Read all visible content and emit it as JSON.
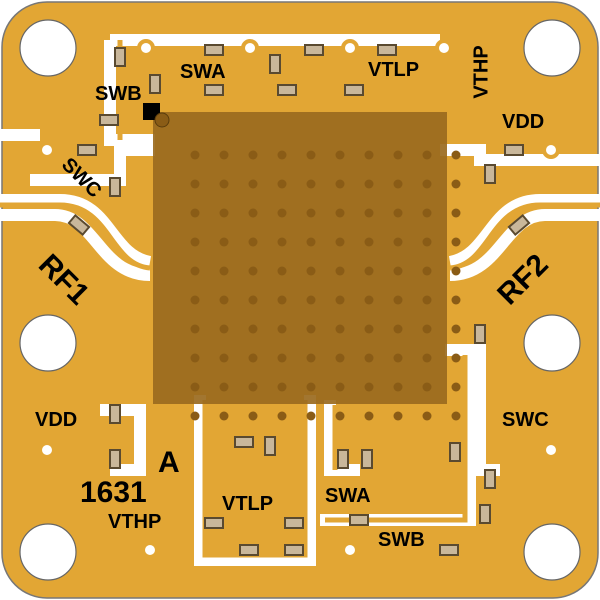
{
  "colors": {
    "copper": "#e2a634",
    "chip": "#9a6a1e",
    "gap": "#ffffff",
    "component": "#6b5a3a"
  },
  "labels": {
    "swb_top": "SWB",
    "swa_top": "SWA",
    "vtlp_top": "VTLP",
    "vthp_top": "VTHP",
    "vdd_right": "VDD",
    "swc_left": "SWC",
    "rf1": "RF1",
    "rf2": "RF2",
    "vdd_left": "VDD",
    "swc_right": "SWC",
    "rev": "A",
    "part": "1631",
    "vthp_bottom": "VTHP",
    "vtlp_bottom": "VTLP",
    "swa_bottom": "SWA",
    "swb_bottom": "SWB"
  }
}
